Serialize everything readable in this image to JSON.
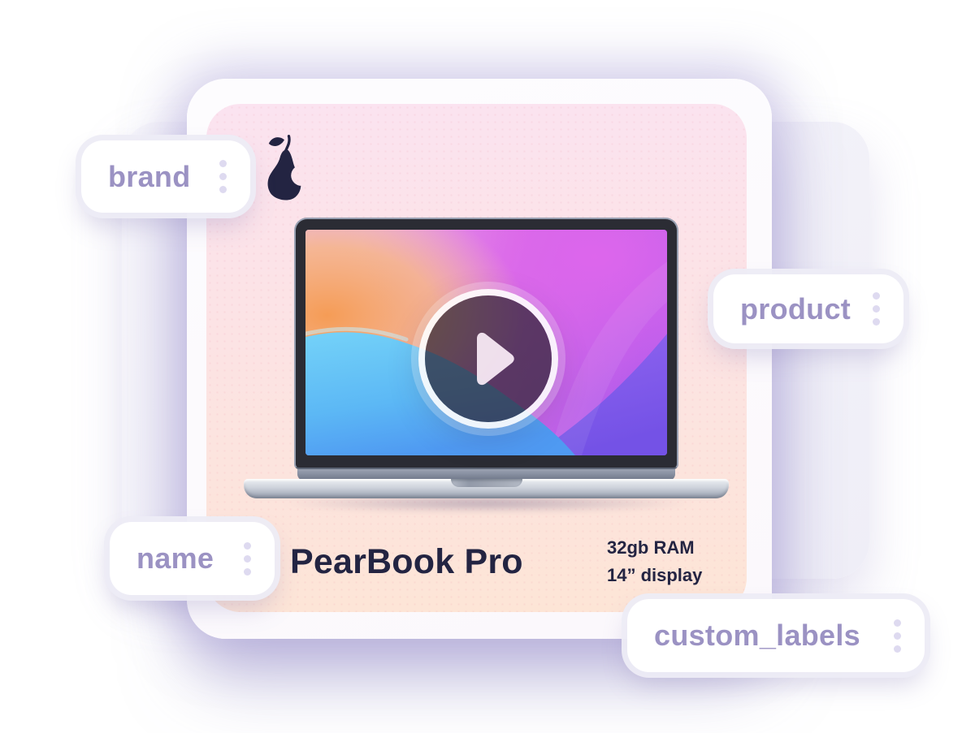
{
  "illustration": {
    "field_labels": [
      {
        "key": "brand",
        "text": "brand"
      },
      {
        "key": "product",
        "text": "product"
      },
      {
        "key": "name",
        "text": "name"
      },
      {
        "key": "custom_labels",
        "text": "custom_labels"
      }
    ],
    "product_card": {
      "brand_logo": "pear",
      "name": "PearBook Pro",
      "specs": {
        "ram": "32gb RAM",
        "display": "14” display"
      },
      "media": {
        "type": "video",
        "control": "play"
      }
    },
    "icons": {
      "pear": "pear-logo-icon",
      "play": "play-icon",
      "kebab": "kebab-menu-icon"
    },
    "colors": {
      "label_text": "#9b92c3",
      "label_dots": "#dedaf0",
      "heading_text": "#232442",
      "pear_logo": "#232442",
      "card_pink_top": "#fbe3f0",
      "card_peach_bottom": "#fde5d6",
      "back_panel": "#f3f2f9",
      "glow": "#aaa0d8",
      "wallpaper_orange": "#f59c56",
      "wallpaper_magenta": "#d466e6",
      "wallpaper_blue": "#5fc0f5",
      "wallpaper_violet": "#7d5cea"
    }
  }
}
